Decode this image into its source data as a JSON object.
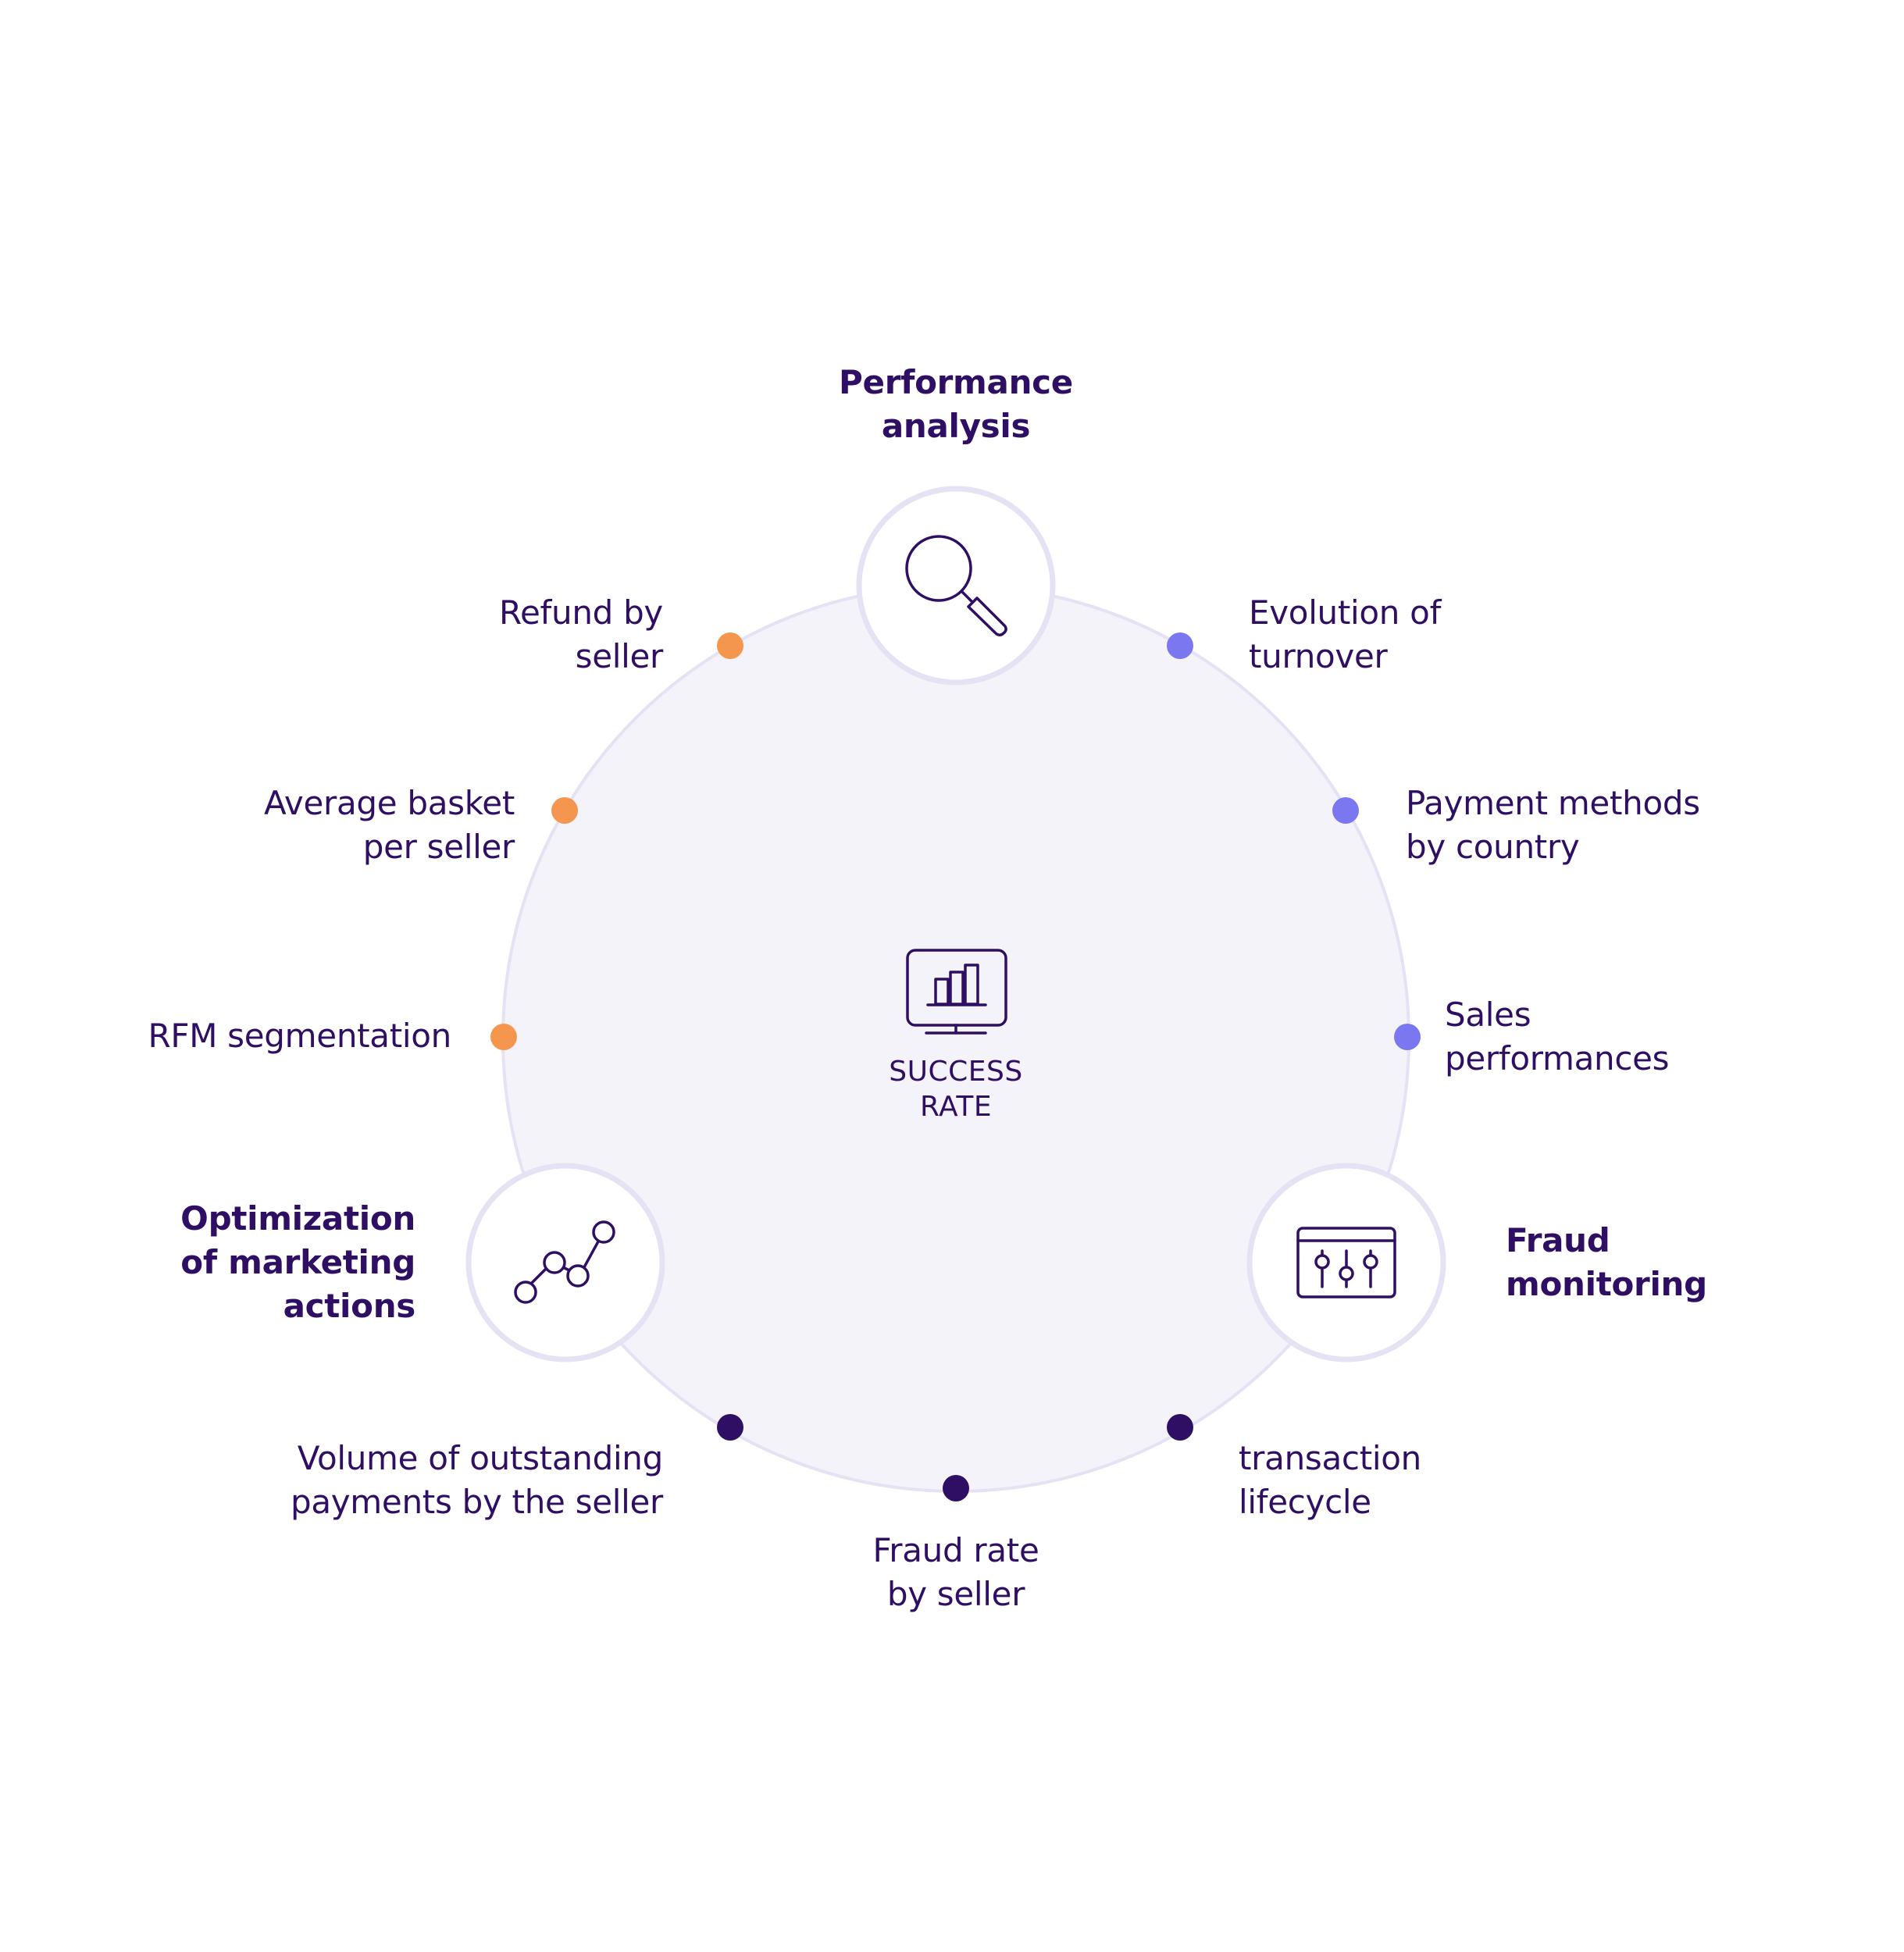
{
  "center": {
    "line1": "SUCCESS",
    "line2": "RATE",
    "icon": "monitor-bar-chart-icon"
  },
  "sections": [
    {
      "key": "performance",
      "title_line1": "Performance",
      "title_line2": "analysis",
      "icon": "magnifier-icon",
      "color": "#7a77f0",
      "items": [
        {
          "line1": "Evolution of",
          "line2": "turnover"
        },
        {
          "line1": "Payment methods",
          "line2": "by country"
        },
        {
          "line1": "Sales",
          "line2": "performances"
        }
      ]
    },
    {
      "key": "fraud",
      "title_line1": "Fraud",
      "title_line2": "monitoring",
      "icon": "control-panel-sliders-icon",
      "color": "#2e0f63",
      "items": [
        {
          "line1": "transaction",
          "line2": "lifecycle"
        },
        {
          "line1": "Fraud rate",
          "line2": "by seller"
        },
        {
          "line1": "Volume of outstanding",
          "line2": "payments by the seller"
        }
      ]
    },
    {
      "key": "marketing",
      "title_line1": "Optimization",
      "title_line2": "of marketing",
      "title_line3": "actions",
      "icon": "line-graph-nodes-icon",
      "color": "#f5964f",
      "items": [
        {
          "line1": "RFM segmentation"
        },
        {
          "line1": "Average basket",
          "line2": "per seller"
        },
        {
          "line1": "Refund by",
          "line2": "seller"
        }
      ]
    }
  ],
  "colors": {
    "ring_fill": "#f4f3fa",
    "ring_stroke": "#e4e2f3",
    "text": "#2e0f63"
  }
}
